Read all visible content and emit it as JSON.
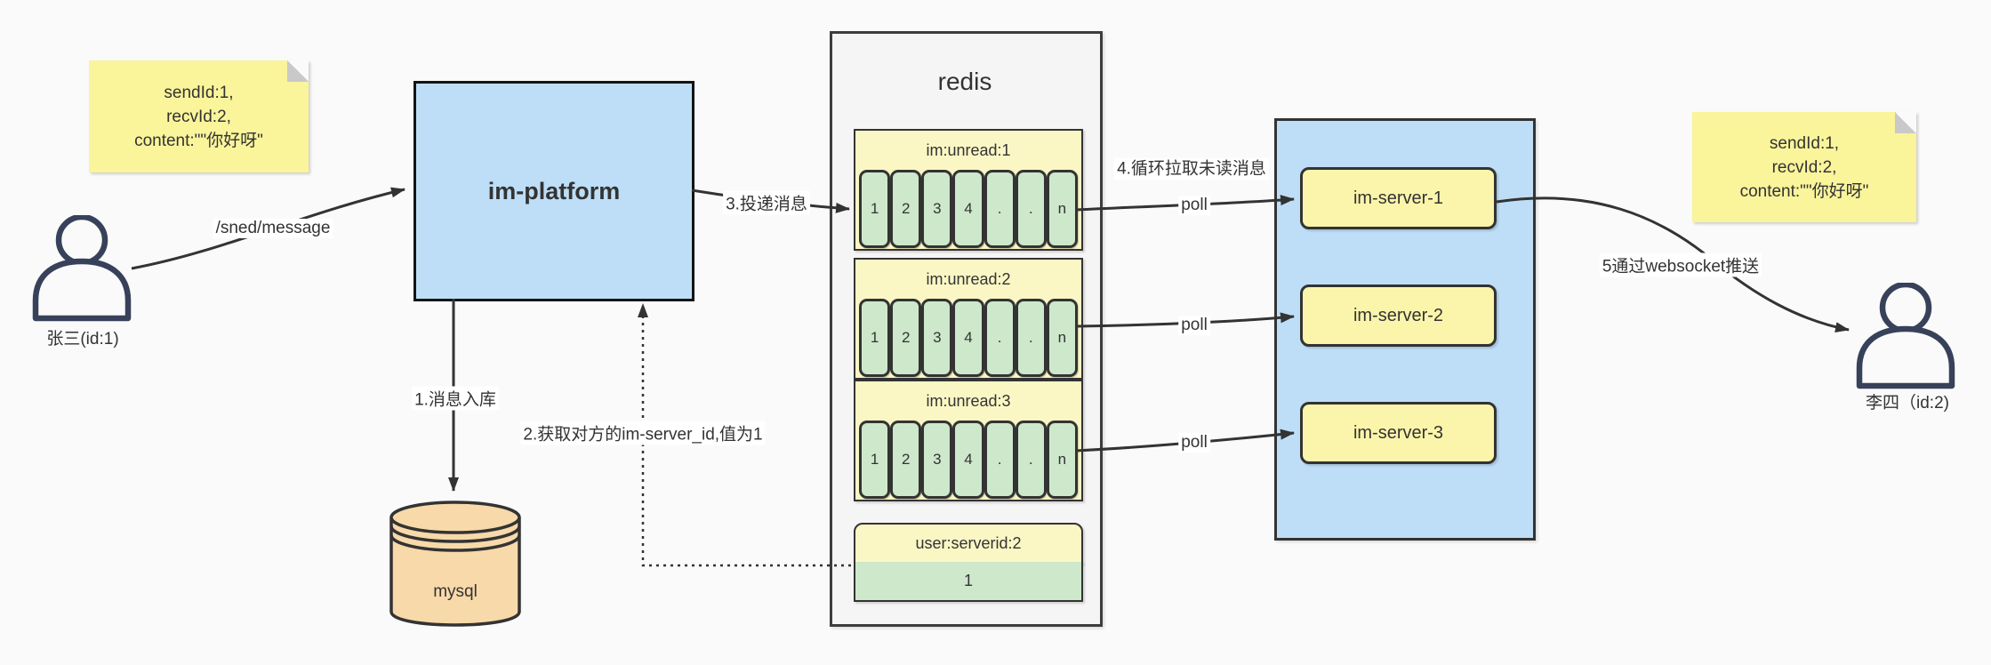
{
  "diagram": {
    "notes": {
      "left": {
        "lines": [
          "sendId:1,",
          "recvId:2,",
          "content:\"\"你好呀\""
        ]
      },
      "right": {
        "lines": [
          "sendId:1,",
          "recvId:2,",
          "content:\"\"你好呀\""
        ]
      }
    },
    "actors": {
      "sender": {
        "label": "张三(id:1)"
      },
      "receiver": {
        "label": "李四（id:2)"
      }
    },
    "platform": {
      "label": "im-platform"
    },
    "mysql": {
      "label": "mysql"
    },
    "redis": {
      "title": "redis",
      "queues": [
        {
          "title": "im:unread:1",
          "cells": [
            "1",
            "2",
            "3",
            "4",
            ".",
            ".",
            "n"
          ]
        },
        {
          "title": "im:unread:2",
          "cells": [
            "1",
            "2",
            "3",
            "4",
            ".",
            ".",
            "n"
          ]
        },
        {
          "title": "im:unread:3",
          "cells": [
            "1",
            "2",
            "3",
            "4",
            ".",
            ".",
            "n"
          ]
        }
      ],
      "kv": {
        "title": "user:serverid:2",
        "value": "1"
      }
    },
    "servers": {
      "items": [
        {
          "label": "im-server-1"
        },
        {
          "label": "im-server-2"
        },
        {
          "label": "im-server-3"
        }
      ]
    },
    "edges": {
      "send": "/sned/message",
      "step1": "1.消息入库",
      "step2": "2.获取对方的im-server_id,值为1",
      "step3": "3.投递消息",
      "step4": "4.循环拉取未读消息",
      "poll": "poll",
      "step5": "5通过websocket推送"
    },
    "colors": {
      "background": "#FAFAFA",
      "note_fill": "#FAF49B",
      "platform_fill": "#BDDEF6",
      "mysql_fill": "#F8D9A9",
      "redis_fill": "#F5F5F5",
      "queue_fill": "#FBF7C5",
      "cell_fill": "#CDE8CB",
      "server_fill": "#FBF5AB",
      "wire": "#333333"
    }
  }
}
